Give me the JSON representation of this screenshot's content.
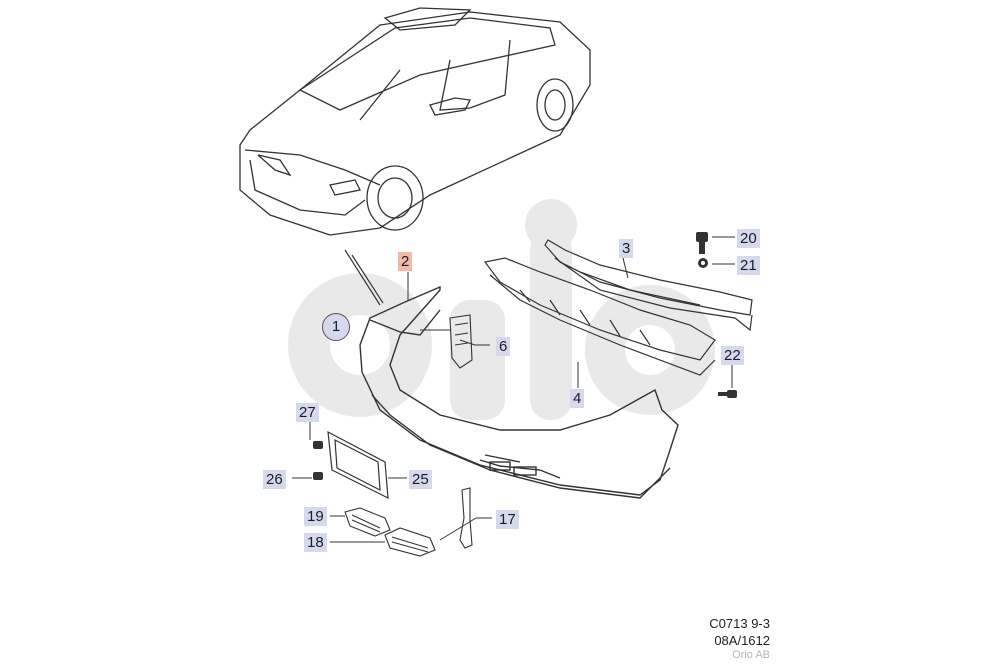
{
  "callouts": {
    "p1": "1",
    "p2": "2",
    "p3": "3",
    "p4": "4",
    "p6": "6",
    "p17": "17",
    "p18": "18",
    "p19": "19",
    "p20": "20",
    "p21": "21",
    "p22": "22",
    "p25": "25",
    "p26": "26",
    "p27": "27"
  },
  "highlighted_part": "2",
  "colors": {
    "highlight": "#f4b8a6",
    "callout_bg": "#d6d9ec",
    "watermark": "#e6e6e6",
    "line": "#333333"
  },
  "footer": {
    "line1": "C0713 9-3",
    "line2": "08A/1612",
    "brand": "Orio AB"
  }
}
